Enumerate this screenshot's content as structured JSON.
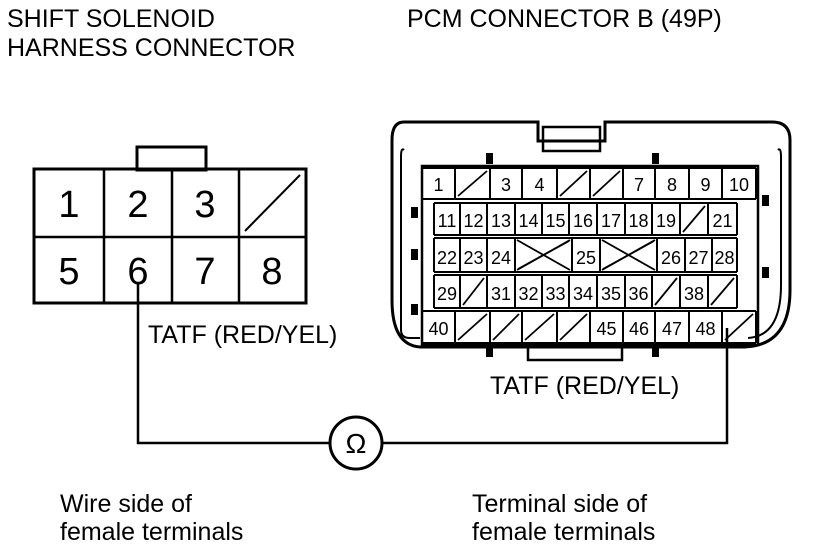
{
  "titles": {
    "left_line1": "SHIFT SOLENOID",
    "left_line2": "HARNESS CONNECTOR",
    "right": "PCM CONNECTOR B (49P)"
  },
  "harness_connector": {
    "row1": [
      "1",
      "2",
      "3",
      ""
    ],
    "row2": [
      "5",
      "6",
      "7",
      "8"
    ]
  },
  "pcm_connector": {
    "row1": [
      "1",
      "",
      "3",
      "4",
      "",
      "",
      "7",
      "8",
      "9",
      "10"
    ],
    "row2": [
      "11",
      "12",
      "13",
      "14",
      "15",
      "16",
      "17",
      "18",
      "19",
      "",
      "21"
    ],
    "row3": [
      "22",
      "23",
      "24",
      "",
      "25",
      "",
      "26",
      "27",
      "28"
    ],
    "row4": [
      "29",
      "",
      "31",
      "32",
      "33",
      "34",
      "35",
      "36",
      "",
      "38",
      ""
    ],
    "row5": [
      "40",
      "",
      "",
      "",
      "",
      "45",
      "46",
      "47",
      "48",
      ""
    ]
  },
  "labels": {
    "tatf_left": "TATF (RED/YEL)",
    "tatf_right": "TATF (RED/YEL)",
    "ohmmeter": "Ω",
    "wire_side_line1": "Wire side of",
    "wire_side_line2": "female terminals",
    "terminal_side_line1": "Terminal side of",
    "terminal_side_line2": "female terminals"
  }
}
